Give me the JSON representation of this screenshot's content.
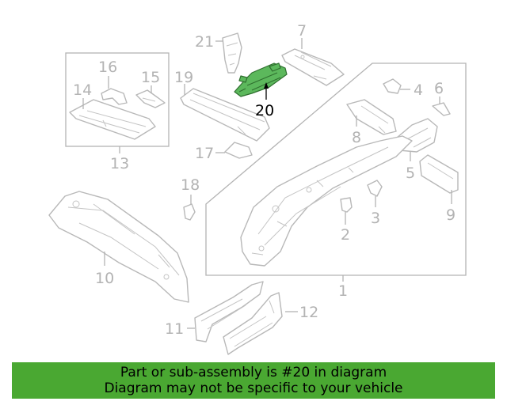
{
  "diagram": {
    "highlight_color": "#5cb85c",
    "label_color": "#b3b3b3",
    "active_label_color": "#000000",
    "callouts": {
      "c1": "1",
      "c2": "2",
      "c3": "3",
      "c4": "4",
      "c5": "5",
      "c6": "6",
      "c7": "7",
      "c8": "8",
      "c9": "9",
      "c10": "10",
      "c11": "11",
      "c12": "12",
      "c13": "13",
      "c14": "14",
      "c15": "15",
      "c16": "16",
      "c17": "17",
      "c18": "18",
      "c19": "19",
      "c20": "20",
      "c21": "21"
    }
  },
  "banner": {
    "background": "#4aa832",
    "line1": "Part or sub-assembly is #20 in diagram",
    "line2": "Diagram may not be specific to your vehicle"
  }
}
